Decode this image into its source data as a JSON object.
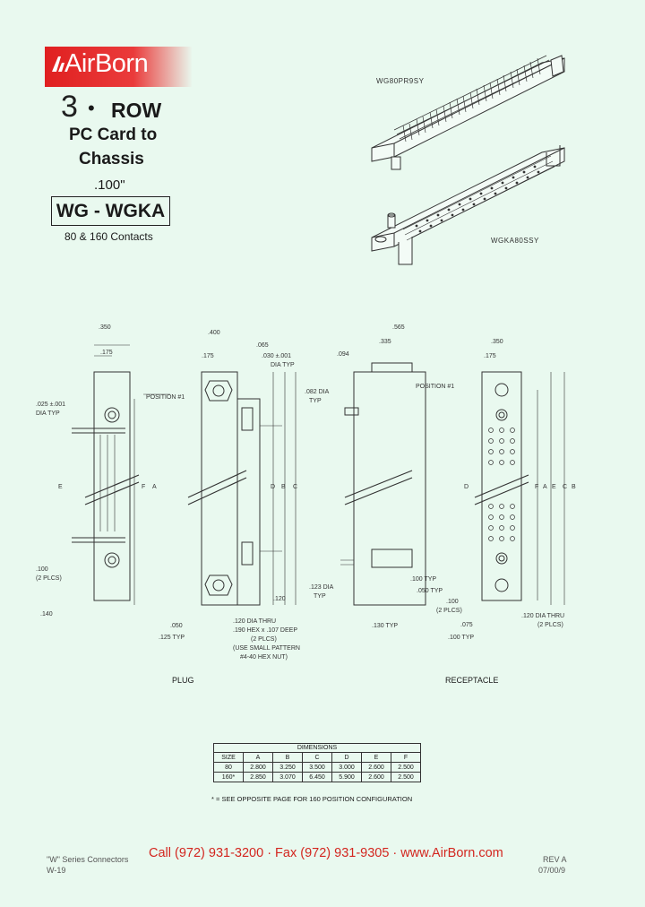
{
  "brand": {
    "name": "AirBorn"
  },
  "title": {
    "row_number": "3",
    "row_dot": "•",
    "row_label": "ROW",
    "line1": "PC Card to",
    "line2": "Chassis",
    "pitch": ".100\"",
    "series": "WG - WGKA",
    "contacts": "80 & 160 Contacts"
  },
  "parts": {
    "plug_part": "WG80PR9SY",
    "receptacle_part": "WGKA80SSY"
  },
  "drawings": {
    "plug_label": "PLUG",
    "receptacle_label": "RECEPTACLE",
    "plug_dims": {
      "w350": ".350",
      "w175": ".175",
      "w400": ".400",
      "w175b": ".175",
      "w065": ".065",
      "dia030a": ".030 ±.001",
      "dia030b": "DIA TYP",
      "dia025a": ".025 ±.001",
      "dia025b": "DIA TYP",
      "pos1": "POSITION #1",
      "l100a": ".100",
      "l100b": "(2 PLCS)",
      "l140": ".140",
      "l050": ".050",
      "l125typ": ".125 TYP",
      "note1": ".120 DIA THRU",
      "note2": ".190 HEX x .107 DEEP",
      "note3": "(2 PLCS)",
      "note4": "(USE SMALL PATTERN",
      "note5": "#4-40 HEX NUT)",
      "l120": ".120",
      "side": [
        "E",
        "F",
        "A",
        "D",
        "B",
        "C"
      ]
    },
    "receptacle_dims": {
      "w565": ".565",
      "w335": ".335",
      "w094": ".094",
      "dia082a": ".082 DIA",
      "dia082b": "TYP",
      "dia123a": ".123 DIA",
      "dia123b": "TYP",
      "l130typ": ".130 TYP",
      "w350": ".350",
      "w175": ".175",
      "pos1": "POSITION #1",
      "l100typ": ".100 TYP",
      "l050typ": ".050 TYP",
      "l100": ".100",
      "l2plcs": "(2 PLCS)",
      "l075": ".075",
      "l100typb": ".100 TYP",
      "thru1": ".120 DIA THRU",
      "thru2": "(2 PLCS)",
      "side": [
        "D",
        "F",
        "A",
        "E",
        "C",
        "B"
      ]
    }
  },
  "dimensions": {
    "caption": "DIMENSIONS",
    "headers": [
      "SIZE",
      "A",
      "B",
      "C",
      "D",
      "E",
      "F"
    ],
    "rows": [
      [
        "80",
        "2.800",
        "3.250",
        "3.500",
        "3.000",
        "2.600",
        "2.500"
      ],
      [
        "160*",
        "2.850",
        "3.070",
        "6.450",
        "5.900",
        "2.600",
        "2.500"
      ]
    ],
    "footnote": "* = SEE OPPOSITE PAGE FOR 160 POSITION CONFIGURATION"
  },
  "footer": {
    "series": "\"W\" Series Connectors",
    "page": "W-19",
    "contact": "Call (972) 931-3200 · Fax (972) 931-9305 · www.AirBorn.com",
    "rev": "REV A",
    "date": "07/00/9"
  },
  "colors": {
    "brand_red": "#e02020",
    "background": "#e9f9ef",
    "contact_red": "#d3261f"
  }
}
